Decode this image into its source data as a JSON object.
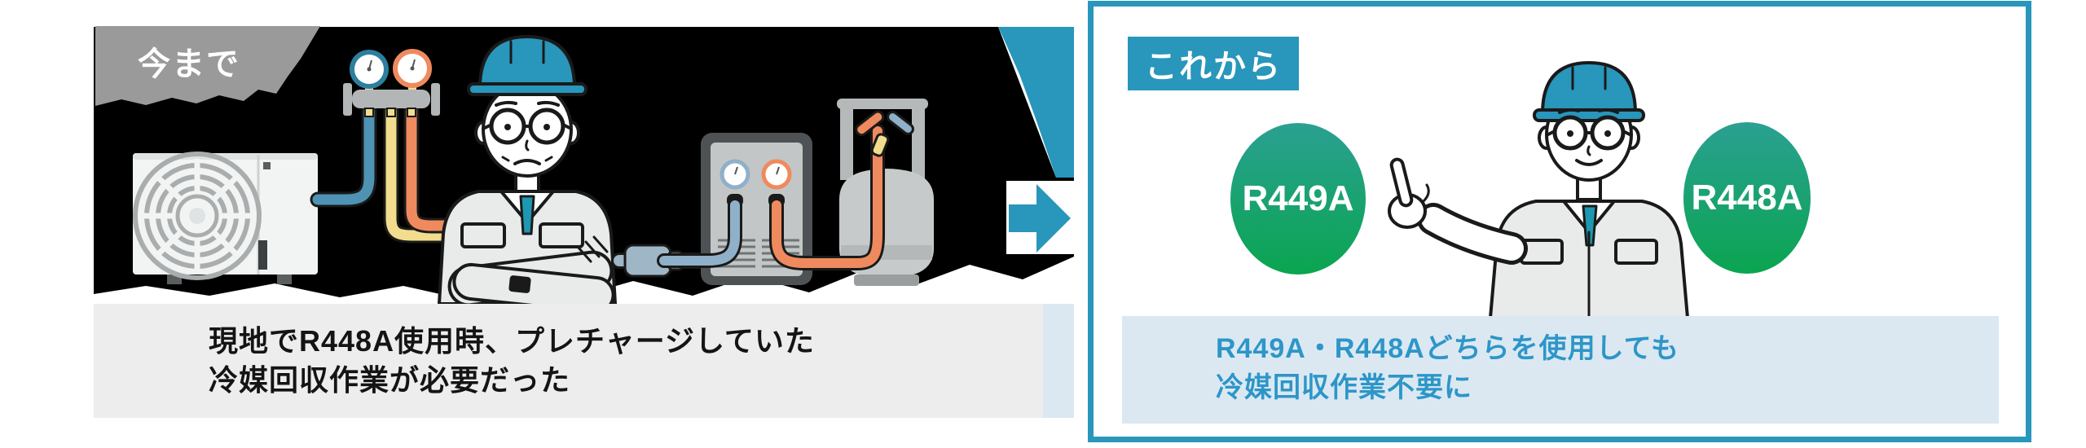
{
  "left_panel": {
    "badge": "今まで",
    "caption_line1": "現地でR448A使用時、プレチャージしていた",
    "caption_line2": "冷媒回収作業が必要だった",
    "illustration_parts": [
      "outdoor-unit",
      "manifold-gauges",
      "frowning-worker",
      "recovery-machine",
      "refrigerant-cylinder"
    ]
  },
  "transition": {
    "icon": "right-arrow"
  },
  "right_panel": {
    "badge": "これから",
    "circle_left_label": "R449A",
    "circle_right_label": "R448A",
    "caption_line1": "R449A・R448Aどちらを使用しても",
    "caption_line2": "冷媒回収作業不要に",
    "illustration_parts": [
      "smiling-pointing-worker"
    ]
  },
  "colors": {
    "accent": "#2996bb",
    "badge_gray": "#9a9a9a",
    "black_bg": "#000000",
    "caption_bg": "#ededee",
    "caption_text": "#141414",
    "right_box_bg": "#dbe8f2",
    "right_box_text": "#2d96c8",
    "circle_top": "#2aa092",
    "circle_bottom": "#0aa550",
    "strip": "#dbe7f1"
  }
}
